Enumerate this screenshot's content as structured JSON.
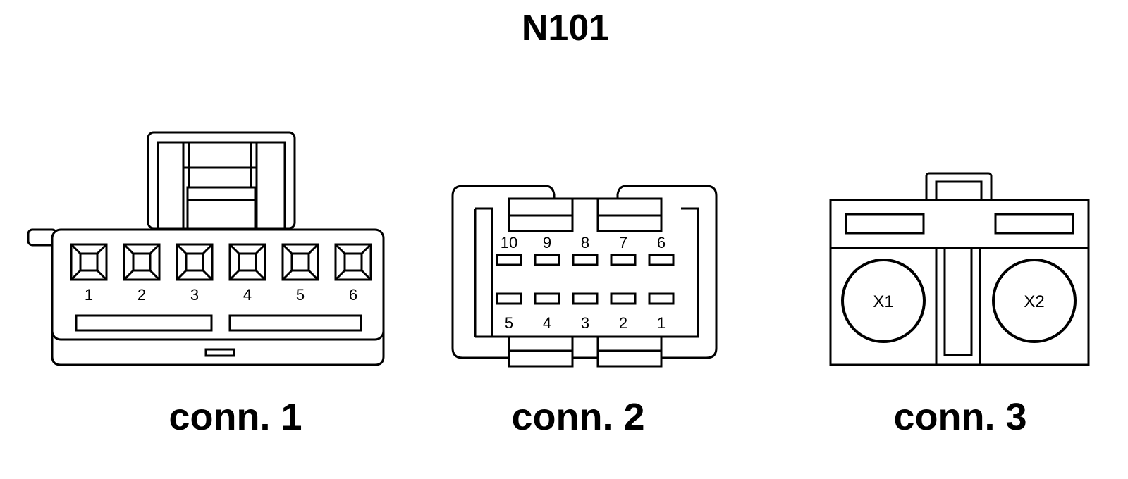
{
  "title": "N101",
  "connectors": [
    {
      "caption": "conn. 1",
      "pins": [
        "1",
        "2",
        "3",
        "4",
        "5",
        "6"
      ]
    },
    {
      "caption": "conn. 2",
      "pins_top": [
        "10",
        "9",
        "8",
        "7",
        "6"
      ],
      "pins_bottom": [
        "5",
        "4",
        "3",
        "2",
        "1"
      ]
    },
    {
      "caption": "conn. 3",
      "ports": [
        "X1",
        "X2"
      ]
    }
  ]
}
